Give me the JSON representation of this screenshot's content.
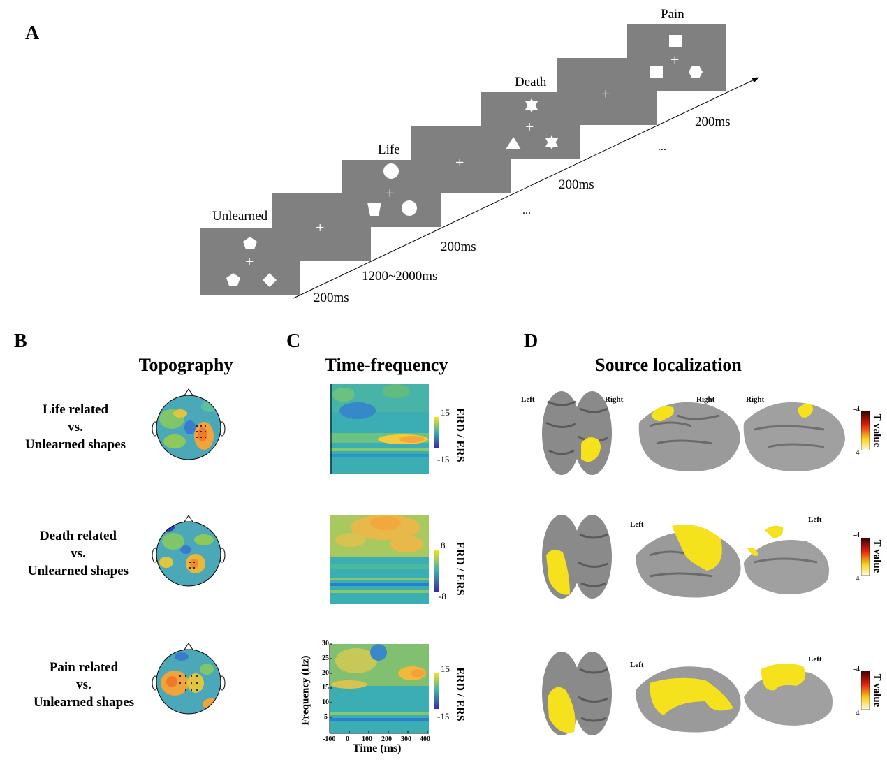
{
  "panels": {
    "a": "A",
    "b": "B",
    "c": "C",
    "d": "D"
  },
  "panel_a": {
    "screens": {
      "unlearned": "Unlearned",
      "life": "Life",
      "death": "Death",
      "pain": "Pain"
    },
    "fixation": "+",
    "durations": {
      "d1": "200ms",
      "d2": "1200~2000ms",
      "d3": "200ms",
      "d4": "200ms",
      "d5": "200ms"
    },
    "ellipsis": "..."
  },
  "panel_b": {
    "title": "Topography",
    "rows": [
      {
        "l1": "Life related",
        "l2": "vs.",
        "l3": "Unlearned shapes"
      },
      {
        "l1": "Death related",
        "l2": "vs.",
        "l3": "Unlearned shapes"
      },
      {
        "l1": "Pain related",
        "l2": "vs.",
        "l3": "Unlearned shapes"
      }
    ]
  },
  "panel_c": {
    "title": "Time-frequency",
    "colorbar_label": "ERD / ERS",
    "colorbars": [
      {
        "max": "15",
        "min": "-15"
      },
      {
        "max": "8",
        "min": "-8"
      },
      {
        "max": "15",
        "min": "-15"
      }
    ],
    "xlabel": "Time (ms)",
    "ylabel": "Frequency (Hz)",
    "xticks": [
      "-100",
      "0",
      "100",
      "200",
      "300",
      "400"
    ],
    "yticks": [
      "30",
      "25",
      "20",
      "15",
      "10",
      "5"
    ]
  },
  "panel_d": {
    "title": "Source localization",
    "colorbar_label": "T value",
    "colorbar_max": "-4",
    "colorbar_min": "4",
    "row1": {
      "left": "Left",
      "right1": "Right",
      "right2": "Right",
      "right3": "Right"
    },
    "row2": {
      "left1": "Left",
      "left2": "Left"
    },
    "row3": {
      "left1": "Left",
      "left2": "Left"
    }
  },
  "colors": {
    "screen_gray": "#808080",
    "activation_yellow": "#f5e21c"
  }
}
